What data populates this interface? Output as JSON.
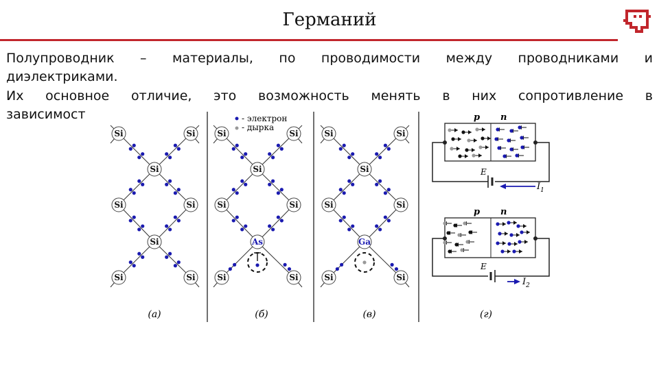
{
  "title": "Германий",
  "paragraphs": {
    "p1_line1": "Полупроводник – материалы, по проводимости между проводниками и",
    "p1_line2": "диэлектриками.",
    "p2_line1": "Их основное отличие, это возможность менять в них сопротивление в",
    "p2_line2": "зависимост"
  },
  "figure": {
    "legend_electron": "- электрон",
    "legend_hole": "- дырка",
    "atom_si": "Si",
    "atom_as": "As",
    "atom_ga": "Ga",
    "caption_a": "(а)",
    "caption_b": "(б)",
    "caption_v": "(в)",
    "caption_g": "(г)",
    "label_p": "p",
    "label_n": "n",
    "label_emf": "E",
    "label_i1": "I",
    "label_i1_sub": "1",
    "label_i2": "I",
    "label_i2_sub": "2"
  },
  "colors": {
    "accent": "#c1262c",
    "electron": "#1a1ab0",
    "hole": "#999999"
  }
}
